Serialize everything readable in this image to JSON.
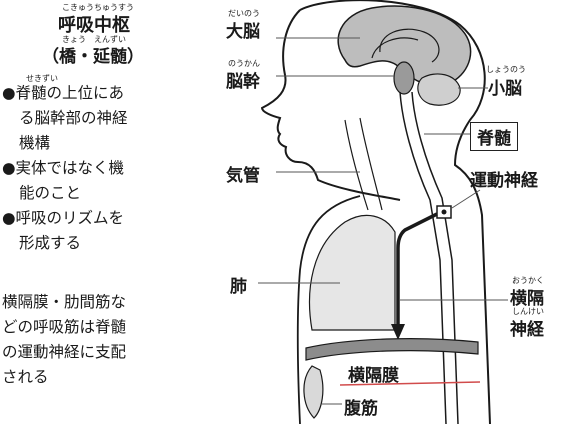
{
  "left_panel": {
    "heading_ruby_1": "こきゅうちゅうすう",
    "heading": "呼吸中枢",
    "heading_ruby_2": "きょう　えんずい",
    "subheading": "（橋・延髄）",
    "bullet_ruby": "せきずい",
    "bullets": [
      {
        "lines": [
          "●脊髄の上位にあ",
          "る脳幹部の神経",
          "機構"
        ]
      },
      {
        "lines": [
          "●実体ではなく機",
          "能のこと"
        ]
      },
      {
        "lines": [
          "●呼吸のリズムを",
          "形成する"
        ]
      }
    ],
    "note_lines": [
      "横隔膜・肋間筋な",
      "どの呼吸筋は脊髄",
      "の運動神経に支配",
      "される"
    ]
  },
  "labels": {
    "cerebrum_ruby": "だいのう",
    "cerebrum": "大脳",
    "brainstem_ruby": "のうかん",
    "brainstem": "脳幹",
    "cerebellum_ruby": "しょうのう",
    "cerebellum": "小脳",
    "spinal_cord": "脊髄",
    "trachea": "気管",
    "motor_nerve": "運動神経",
    "lung": "肺",
    "phrenic_ruby_1": "おうかく",
    "phrenic_1": "横隔",
    "phrenic_ruby_2": "しんけい",
    "phrenic_2": "神経",
    "diaphragm": "横隔膜",
    "abdominal": "腹筋"
  },
  "colors": {
    "ink": "#1a1a1a",
    "brain_fill": "#bdbdbd",
    "lung_fill": "#e6e6e6",
    "diaphragm_fill": "#8c8c8c",
    "red_line": "#d14b4b"
  }
}
